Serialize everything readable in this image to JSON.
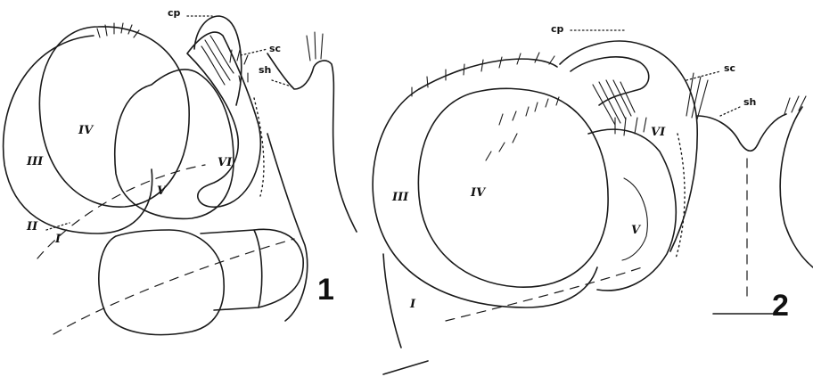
{
  "figure1": {
    "number": "1",
    "labels": {
      "cp": "cp",
      "sc": "sc",
      "sh": "sh",
      "I": "I",
      "II": "II",
      "III": "III",
      "IV": "IV",
      "V": "V",
      "VI": "VI"
    }
  },
  "figure2": {
    "number": "2",
    "labels": {
      "cp": "cp",
      "sc": "sc",
      "sh": "sh",
      "I": "I",
      "III": "III",
      "IV": "IV",
      "V": "V",
      "VI": "VI"
    }
  },
  "colors": {
    "ink": "#1a1a1a",
    "paper": "#ffffff"
  }
}
